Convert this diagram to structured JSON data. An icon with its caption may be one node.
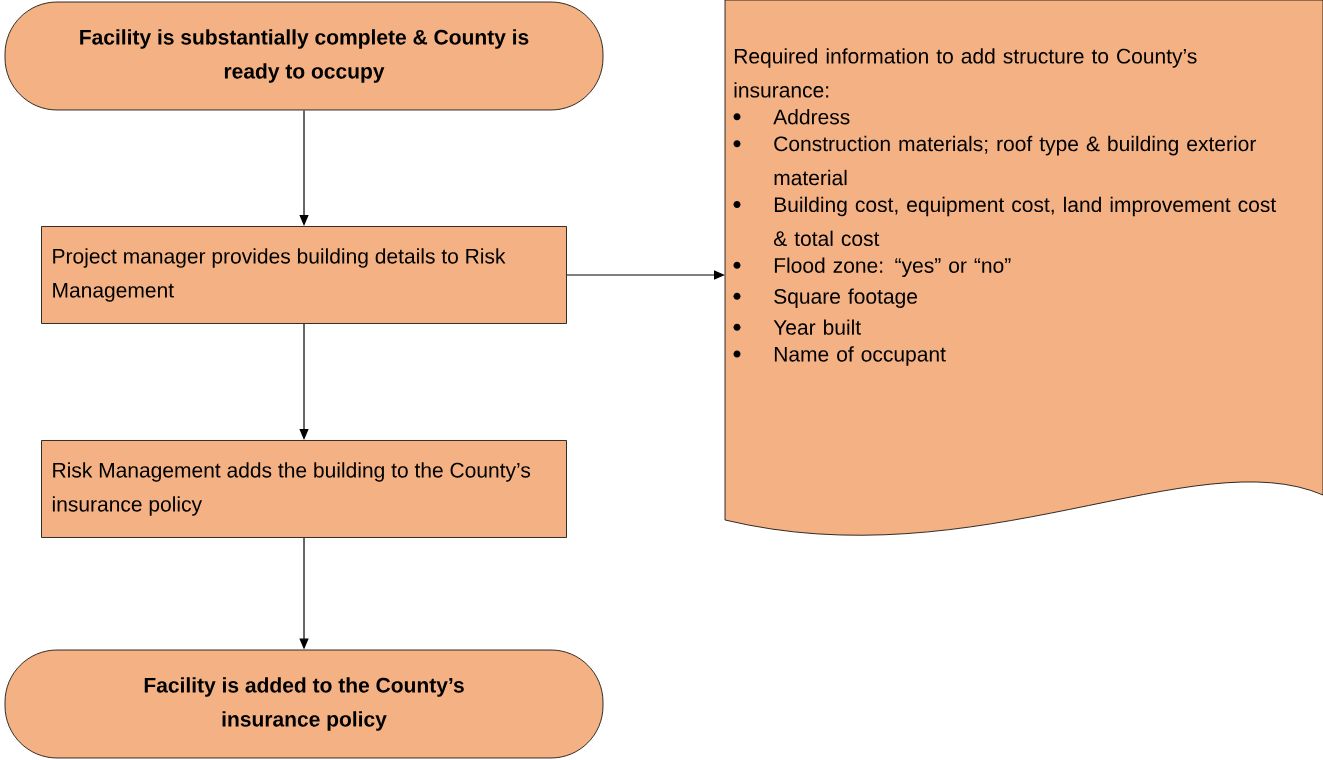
{
  "diagram": {
    "nodes": [
      {
        "text": [
          "Facility is substantially complete & County is ready to occupy"
        ]
      },
      {
        "text": [
          "Project manager provides building details to Risk Management"
        ]
      },
      {
        "text": [
          "Risk Management adds the building to the County’s insurance policy"
        ]
      },
      {
        "text": [
          "Facility is added to the County’s insurance policy"
        ]
      },
      {
        "text": [
          "Required information to add structure to County’s insurance:",
          "Address",
          "Construction materials; roof type & building exterior material",
          "Building cost, equipment cost, land improvement cost & total cost",
          "Flood zone: “yes” or “no”",
          "Square footage",
          "Year built",
          "Name of occupant"
        ]
      }
    ],
    "edges": [
      {
        "from": 0,
        "to": 1,
        "arrow": "to"
      },
      {
        "from": 1,
        "to": 2,
        "arrow": "to"
      },
      {
        "from": 2,
        "to": 3,
        "arrow": "to"
      },
      {
        "from": 1,
        "to": 4,
        "arrow": "to"
      }
    ]
  }
}
